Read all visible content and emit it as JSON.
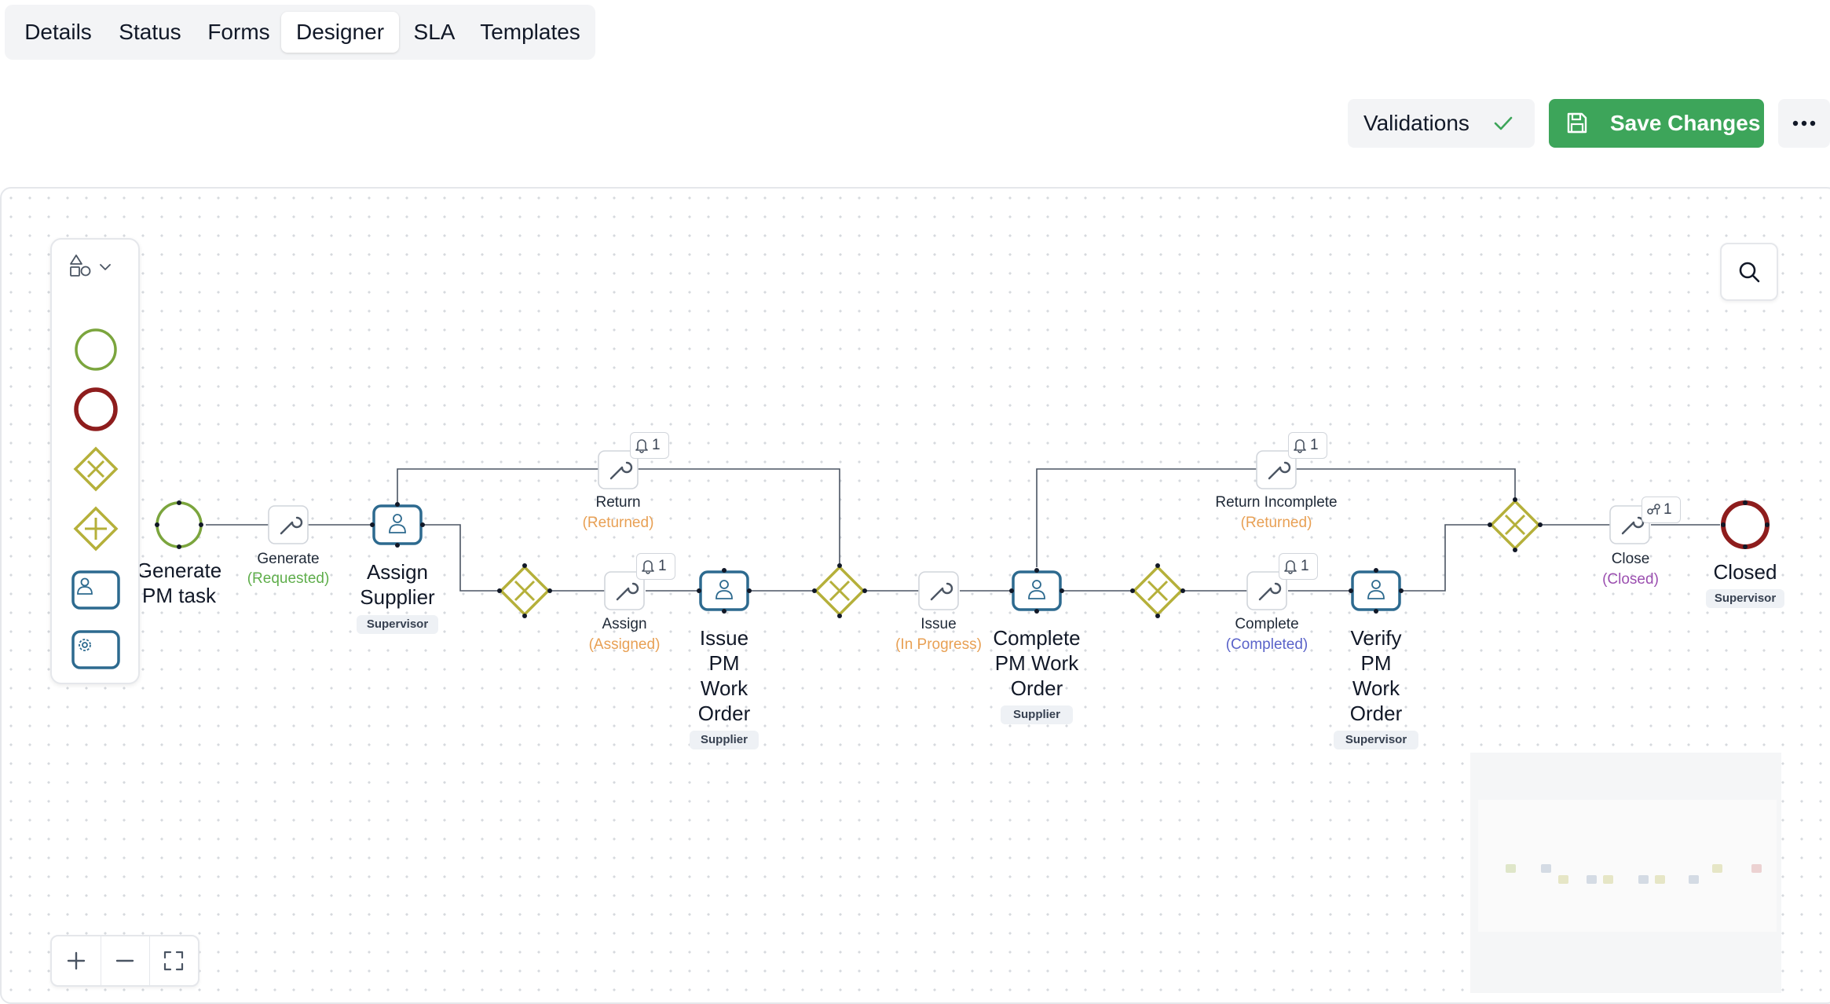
{
  "tabs": [
    {
      "label": "Details"
    },
    {
      "label": "Status"
    },
    {
      "label": "Forms"
    },
    {
      "label": "Designer"
    },
    {
      "label": "SLA"
    },
    {
      "label": "Templates"
    }
  ],
  "active_tab": "Designer",
  "toolbar": {
    "validations_label": "Validations",
    "save_label": "Save Changes",
    "more_icon": "ellipsis-icon"
  },
  "colors": {
    "start": "#7ba53d",
    "end": "#8e1d1d",
    "gateway": "#b5b03a",
    "task": "#2d6a8f",
    "save": "#3da55a",
    "requested": "#5fae4b",
    "orange": "#e8a054",
    "completed": "#5a63c9",
    "closed": "#9b4fb0"
  },
  "diagram": {
    "start_label": "Generate PM task",
    "end_label": "Closed",
    "end_role": "Supervisor",
    "tasks": [
      {
        "label": "Assign Supplier",
        "role": "Supervisor"
      },
      {
        "label": "Issue PM Work Order",
        "role": "Supplier"
      },
      {
        "label": "Complete PM Work Order",
        "role": "Supplier"
      },
      {
        "label": "Verify PM Work Order",
        "role": "Supervisor"
      }
    ],
    "transitions": [
      {
        "name": "Generate",
        "status": "(Requested)"
      },
      {
        "name": "Return",
        "status": "(Returned)",
        "badge": "1"
      },
      {
        "name": "Assign",
        "status": "(Assigned)",
        "badge": "1"
      },
      {
        "name": "Issue",
        "status": "(In Progress)"
      },
      {
        "name": "Return Incomplete",
        "status": "(Returned)",
        "badge": "1"
      },
      {
        "name": "Complete",
        "status": "(Completed)",
        "badge": "1"
      },
      {
        "name": "Close",
        "status": "(Closed)",
        "badge": "1"
      }
    ]
  }
}
